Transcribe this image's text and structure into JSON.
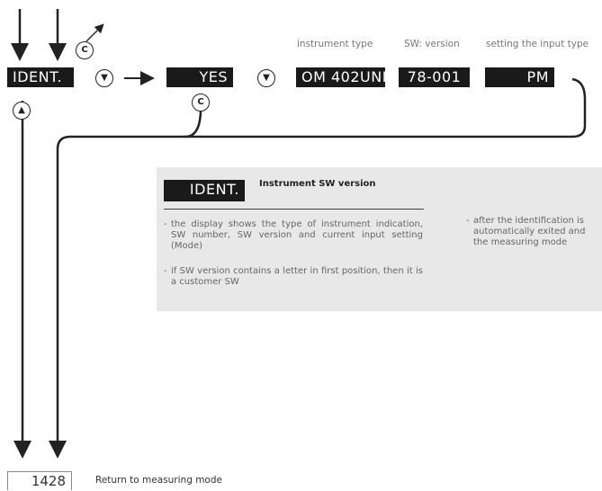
{
  "displays": {
    "ident": "IDENT.",
    "yes": "YES",
    "instrument_type": "OM 402UNI",
    "sw_version": "78-001",
    "input_type": "PM",
    "panel_ident": "IDENT."
  },
  "captions": {
    "instrument_type": "instrument type",
    "sw_version": "SW: version",
    "input_type": "setting the input type"
  },
  "buttons": {
    "enter_glyph": "C",
    "down_glyph": "▼",
    "up_glyph": "▲"
  },
  "panel": {
    "title": "Instrument SW version",
    "notes_left": [
      "the display shows the type of instrument indication, SW number, SW version and current input setting (Mode)",
      "if SW version contains a letter in first position, then it is a customer SW"
    ],
    "notes_right": [
      "after the identification is automatically exited and the measuring mode"
    ]
  },
  "footer": {
    "page_number": "1428",
    "text": "Return to measuring mode"
  },
  "colors": {
    "lcd_background": "#1a1a1a",
    "panel_background": "#e8e8e8",
    "line": "#222222"
  }
}
